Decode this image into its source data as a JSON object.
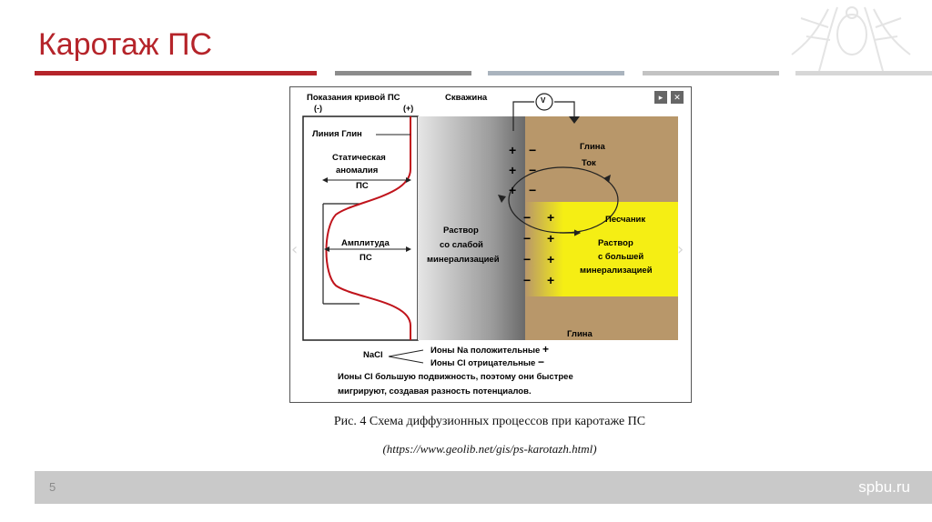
{
  "slide": {
    "title": "Каротаж ПС",
    "page_number": "5",
    "site": "spbu.ru"
  },
  "figure": {
    "curve_header": "Показания кривой ПС",
    "minus": "(-)",
    "plus": "(+)",
    "well": "Скважина",
    "voltmeter": "V",
    "clay_line": "Линия Глин",
    "static_anomaly_1": "Статическая",
    "static_anomaly_2": "аномалия",
    "static_anomaly_3": "ПС",
    "amplitude_1": "Амплитуда",
    "amplitude_2": "ПС",
    "weak_solution_1": "Раствор",
    "weak_solution_2": "со слабой",
    "weak_solution_3": "минерализацией",
    "clay_top": "Глина",
    "current": "Ток",
    "sandstone": "Песчаник",
    "strong_solution_1": "Раствор",
    "strong_solution_2": "с большей",
    "strong_solution_3": "минерализацией",
    "clay_bottom": "Глина",
    "nacl": "NaCl",
    "na_ions": "Ионы Na положительные",
    "na_sign": "+",
    "cl_ions": "Ионы Cl отрицательные",
    "cl_sign": "−",
    "note_1": "Ионы Cl большую подвижность, поэтому они быстрее",
    "note_2": "мигрируют, создавая разность потенциалов.",
    "control_play": "▸",
    "control_close": "✕"
  },
  "caption": {
    "line1": "Рис. 4 Схема диффузионных процессов при каротаже ПС",
    "line2": "(https://www.geolib.net/gis/ps-karotazh.html)"
  },
  "colors": {
    "accent_red": "#b5242a",
    "clay": "#b8976a",
    "sandstone": "#f5ee14",
    "footer": "#c9c9c9"
  }
}
